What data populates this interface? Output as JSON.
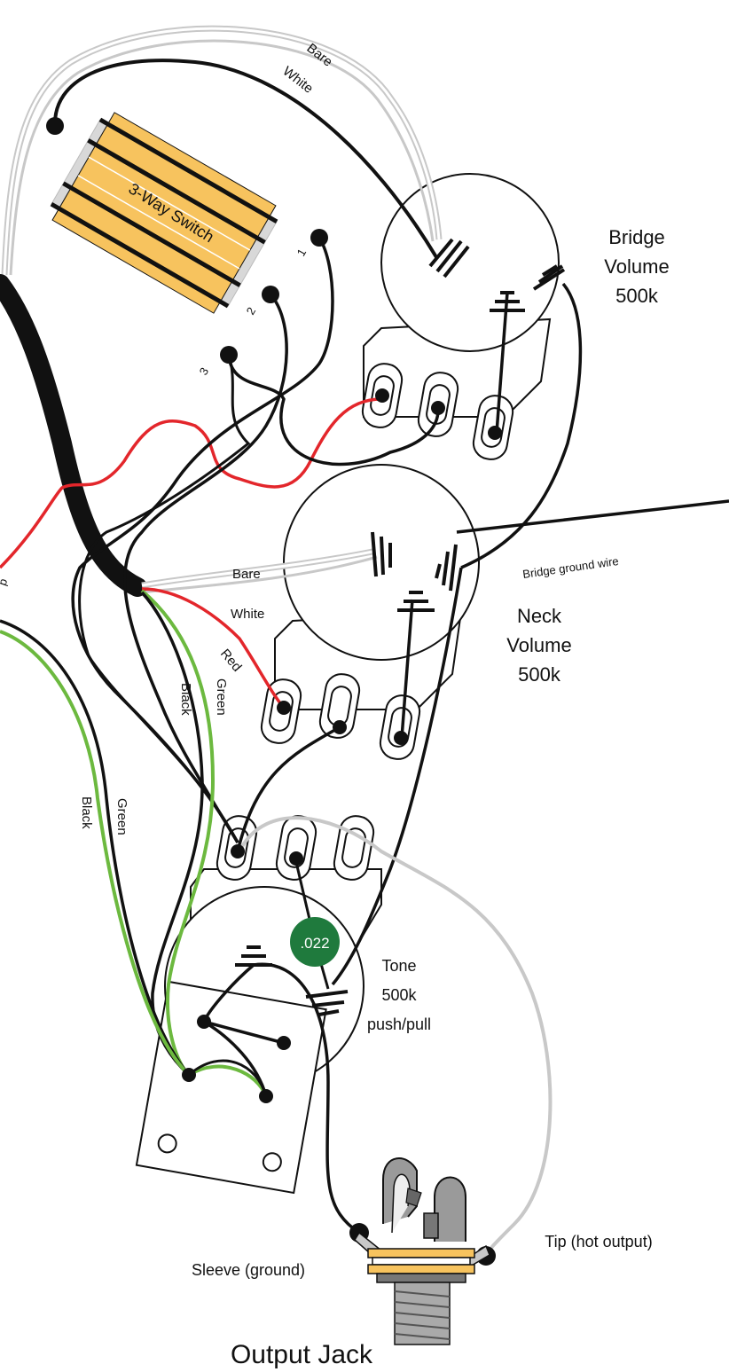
{
  "diagram": {
    "switch_label": "3-Way Switch",
    "switch_lugs": [
      "1",
      "2",
      "3"
    ],
    "pots": {
      "bridge": [
        "Bridge",
        "Volume",
        "500k"
      ],
      "neck": [
        "Neck",
        "Volume",
        "500k"
      ],
      "tone": [
        "Tone",
        "500k",
        "push/pull"
      ]
    },
    "capacitor": ".022",
    "wire_labels": {
      "bare_top": "Bare",
      "white_top": "White",
      "bare_mid": "Bare",
      "white_mid": "White",
      "red": "Red",
      "green_a": "Green",
      "black_a": "Black",
      "green_b": "Green",
      "black_b": "Black",
      "left_edge": "d",
      "bridge_ground": "Bridge ground wire"
    },
    "jack": {
      "title": "Output Jack",
      "sleeve": "Sleeve (ground)",
      "tip": "Tip (hot output)"
    }
  },
  "colors": {
    "black": "#111111",
    "white_wire": "#c8c8c8",
    "red": "#e3262b",
    "green": "#6cb93f",
    "switch_yellow": "#f7c35e",
    "cap_green": "#1f7a3d"
  }
}
